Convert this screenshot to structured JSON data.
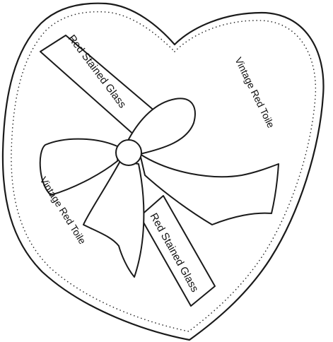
{
  "labels": {
    "band_top": "Red Stained Glass",
    "band_bottom": "Red Stained Glass",
    "side_right": "Vintage Red Toile",
    "side_left": "Vintage Red Toile"
  },
  "colors": {
    "stroke": "#1a1a1a",
    "fill": "#ffffff"
  }
}
